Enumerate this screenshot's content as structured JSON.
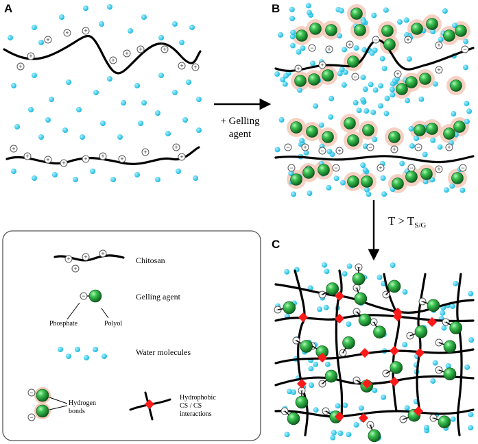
{
  "panels": {
    "a_label": "A",
    "b_label": "B",
    "c_label": "C"
  },
  "arrows": {
    "gelling_line1": "+ Gelling",
    "gelling_line2": "agent",
    "temp_T": "T > T",
    "temp_sub": "S/G"
  },
  "legend": {
    "chitosan": "Chitosan",
    "gelling_agent": "Gelling agent",
    "phosphate": "Phosphate",
    "polyol": "Polyol",
    "water": "Water molecules",
    "hbond_line1": "Hydrogen",
    "hbond_line2": "bonds",
    "hydrophobic_line1": "Hydrophobic",
    "hydrophobic_line2": "CS / CS",
    "hydrophobic_line3": "interactions"
  },
  "symbols": {
    "plus": "+",
    "minus": "−"
  },
  "colors": {
    "water": "#1ec3e6",
    "polyol": "#1f9a3a",
    "polyol_highlight": "#8fe39a",
    "hbond_halo": "#f3c9b8",
    "crosslink": "#ff1a1a",
    "chain": "#000000"
  }
}
